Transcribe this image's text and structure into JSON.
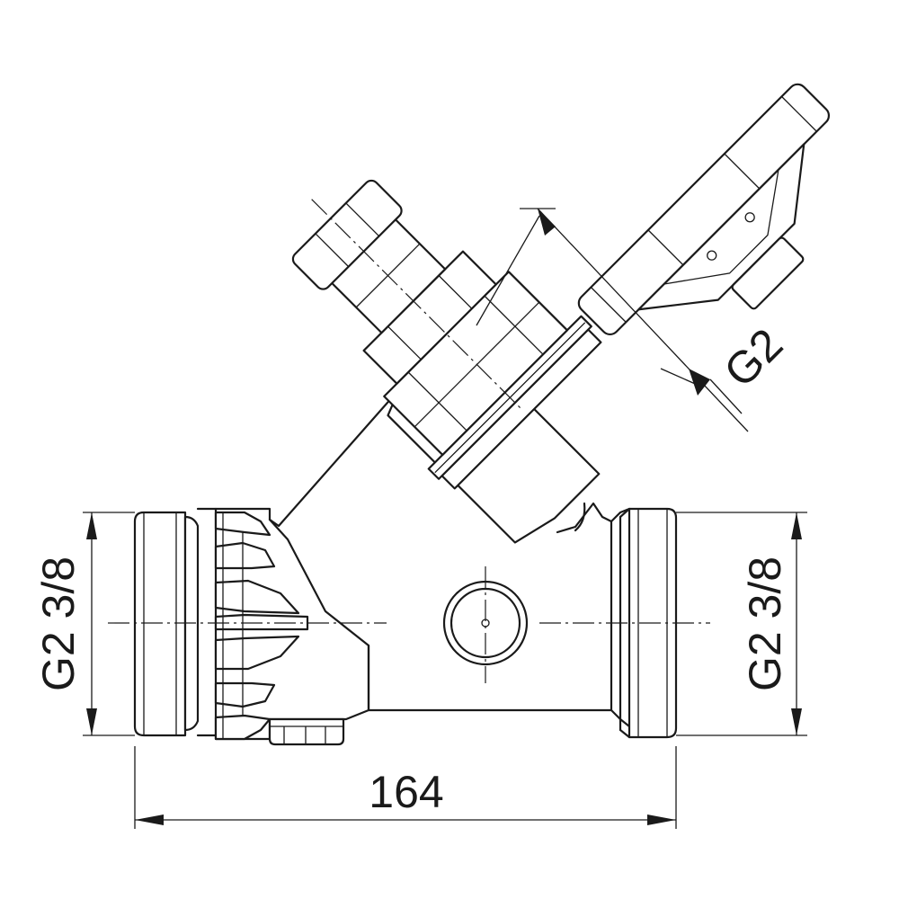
{
  "dimensions": {
    "overall_length": "164",
    "left_thread": "G2 3/8",
    "right_thread": "G2 3/8",
    "bonnet_thread": "G2"
  }
}
